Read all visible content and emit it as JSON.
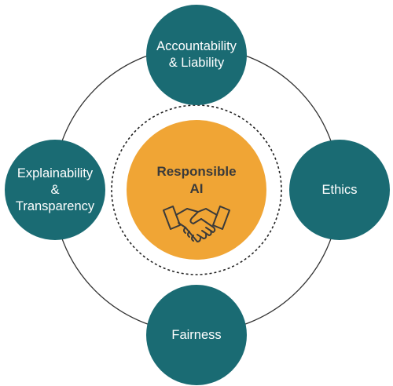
{
  "colors": {
    "node_fill": "#1a6b73",
    "center_fill": "#f0a535",
    "ring_stroke": "#333333",
    "icon_stroke": "#3a3a3a",
    "node_text": "#ffffff",
    "center_text": "#3a3a3a"
  },
  "center": {
    "line1": "Responsible",
    "line2": "AI",
    "icon": "handshake-icon"
  },
  "nodes": {
    "top": {
      "line1": "Accountability",
      "line2": "& Liability"
    },
    "left": {
      "line1": "Explainability",
      "line2": "&",
      "line3": "Transparency"
    },
    "right": {
      "line1": "Ethics"
    },
    "bottom": {
      "line1": "Fairness"
    }
  }
}
